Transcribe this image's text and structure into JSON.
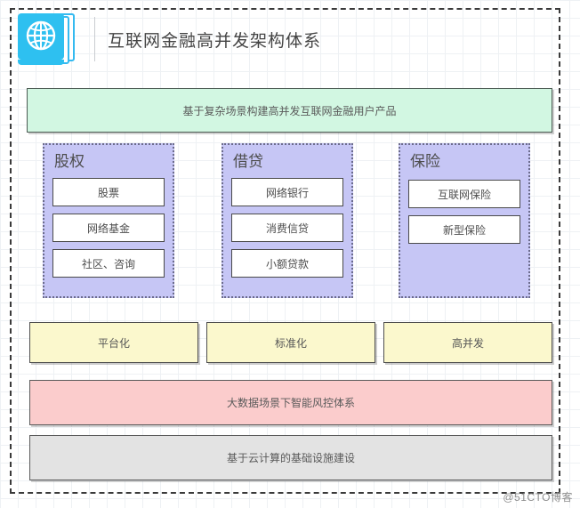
{
  "header": {
    "icon": "globe-book-icon",
    "title": "互联网金融高并发架构体系"
  },
  "banners": {
    "top_green": {
      "label": "基于复杂场景构建高并发互联网金融用户产品",
      "color": "#d2f7e2"
    },
    "risk_pink": {
      "label": "大数据场景下智能风控体系",
      "color": "#fbcccc"
    },
    "infra_gray": {
      "label": "基于云计算的基础设施建设",
      "color": "#e3e3e3"
    }
  },
  "pillars": [
    {
      "title": "股权",
      "items": [
        "股票",
        "网络基金",
        "社区、咨询"
      ]
    },
    {
      "title": "借贷",
      "items": [
        "网络银行",
        "消费信贷",
        "小额贷款"
      ]
    },
    {
      "title": "保险",
      "items": [
        "互联网保险",
        "新型保险"
      ]
    }
  ],
  "capabilities": [
    {
      "label": "平台化"
    },
    {
      "label": "标准化"
    },
    {
      "label": "高并发"
    }
  ],
  "watermark": "@51CTO博客",
  "colors": {
    "pillar_fill": "#c6c6f5",
    "capability_fill": "#fbf8cd",
    "icon_blue": "#2ec0f0",
    "frame_stroke": "#3a3a3a"
  }
}
